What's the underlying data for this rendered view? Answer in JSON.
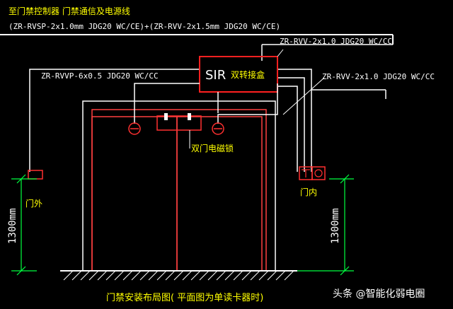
{
  "colors": {
    "background": "#000000",
    "wire": "#ffffff",
    "label": "#ffffff",
    "cn_label": "#ffff00",
    "door": "#ff4040",
    "box": "#ff2020",
    "device": "#ff3030",
    "dimension": "#00ff40",
    "ground": "#ffffff"
  },
  "labels": {
    "controller_title": "至门禁控制器  门禁通信及电源线",
    "controller_cable": "(ZR-RVSP-2x1.0mm JDG20 WC/CE)+(ZR-RVV-2x1.5mm JDG20 WC/CE)",
    "cable_right_top": "ZR-RVV-2x1.0 JDG20 WC/CC",
    "cable_right_mid": "ZR-RVV-2x1.0 JDG20 WC/CC",
    "cable_left": "ZR-RVVP-6x0.5 JDG20 WC/CC",
    "junction_box_main": "SIR",
    "junction_box_sub": "双转接盒",
    "maglock": "双门电磁锁",
    "outside": "门外",
    "inside": "门内",
    "dim_left": "1300mm",
    "dim_right": "1300mm",
    "caption": "门禁安装布局图( 平面图为单读卡器时)",
    "watermark": "头条 @智能化弱电圈"
  },
  "icons": {
    "card_reader": "card-reader-icon",
    "door_sensor_left": "door-sensor-icon",
    "door_sensor_right": "door-sensor-icon",
    "exit_button": "exit-button-icon",
    "emergency_button": "emergency-break-glass-icon"
  }
}
